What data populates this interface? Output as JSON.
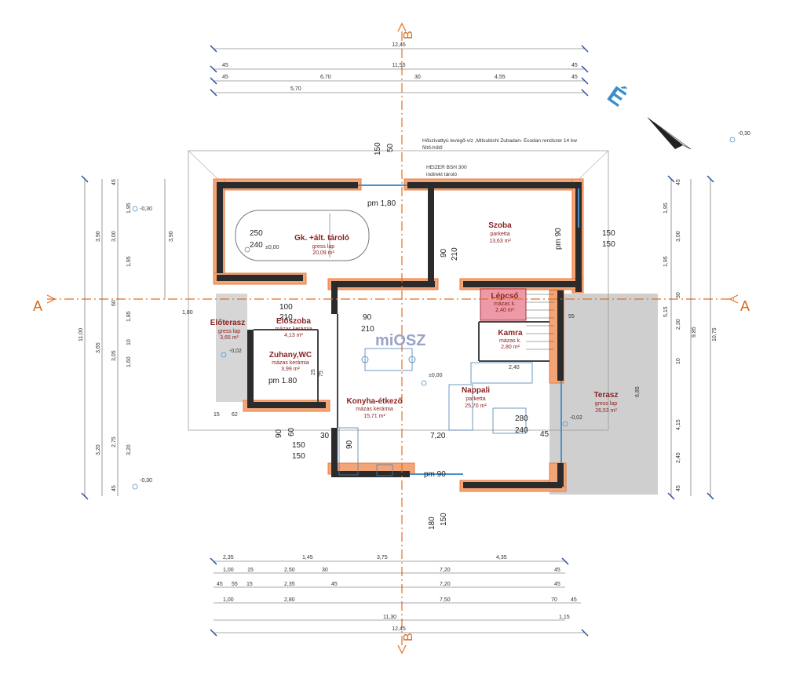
{
  "compass": {
    "label": "É"
  },
  "watermark": {
    "text": "miOSZ"
  },
  "section_markers": {
    "a_left": "A",
    "a_right": "A",
    "b_top": "B",
    "b_bottom": "B"
  },
  "notes": {
    "heatpump_line1": "Hőszivattyú levegő-víz ,Mitsubishi Zubadan- Ecodan rendszer 14 kw",
    "heatpump_line2": "fűtő-hűtő",
    "boiler_line1": "HEIZER BSH 300",
    "boiler_line2": "indirekt tároló"
  },
  "rooms": [
    {
      "id": "garage",
      "name": "Gk. +ált. tároló",
      "floor": "gress lap",
      "area": "20,09 m²"
    },
    {
      "id": "bedroom",
      "name": "Szoba",
      "floor": "parketta",
      "area": "13,63 m²"
    },
    {
      "id": "stairs",
      "name": "Lépcső",
      "floor": "mázas k.",
      "area": "2,40 m²"
    },
    {
      "id": "pantry",
      "name": "Kamra",
      "floor": "mázas k.",
      "area": "2,80 m²"
    },
    {
      "id": "porch",
      "name": "Előterasz",
      "floor": "gress lap",
      "area": "3,65 m²"
    },
    {
      "id": "hall",
      "name": "Előszoba",
      "floor": "mázas kerámia",
      "area": "4,13 m²"
    },
    {
      "id": "bath",
      "name": "Zuhany,WC",
      "floor": "mázas kerámia",
      "area": "3,99 m²"
    },
    {
      "id": "kitchen",
      "name": "Konyha-étkező",
      "floor": "mázas kerámia",
      "area": "15,71 m²"
    },
    {
      "id": "living",
      "name": "Nappali",
      "floor": "parketta",
      "area": "25,70 m²"
    },
    {
      "id": "terrace",
      "name": "Terasz",
      "floor": "gress lap",
      "area": "26,53 m²"
    }
  ],
  "plan_labels": {
    "pm_garage": "pm 1,80",
    "pm_bath": "pm 1.80",
    "pm_bedroom": "pm 90",
    "pm_kitchen": "pm 90",
    "lvl_ext_top": "-0,30",
    "lvl_ext_right": "-0,30",
    "lvl_ext_bottom": "-0,30",
    "lvl_garage": "±0,00",
    "lvl_kitchen": "±0,00",
    "lvl_porch": "-0,02",
    "lvl_terrace": "-0,02",
    "d_250": "250",
    "d_240": "240",
    "d_100": "100",
    "d_210a": "210",
    "d_90a": "90",
    "d_210b": "210",
    "d_150a": "150",
    "d_150b": "150",
    "d_90b": "90",
    "d_210c": "210",
    "d_280": "280",
    "d_240b": "240",
    "d_45": "45",
    "d_720": "7,20",
    "d_180": "180",
    "d_150c": "150",
    "d_90c": "90",
    "d_60": "60",
    "d_150d": "150",
    "d_150e": "150",
    "d_30": "30",
    "d_2400": "2,40",
    "d_25": "25",
    "d_75": "75",
    "d_150top": "150",
    "d_50top": "50",
    "d_90k": "90",
    "d_180w": "1,80",
    "d_15": "15",
    "d_62": "62",
    "d_55": "55"
  },
  "dim_top": [
    {
      "row": 0,
      "texts": [
        "12,45"
      ]
    },
    {
      "row": 1,
      "texts": [
        "45",
        "11,55",
        "45"
      ]
    },
    {
      "row": 2,
      "texts": [
        "45",
        "6,70",
        "30",
        "4,55",
        "45"
      ]
    },
    {
      "row": 3,
      "texts": [
        "5,70"
      ]
    }
  ],
  "dim_bottom": [
    {
      "row": 0,
      "texts": [
        "2,35",
        "1,45",
        "3,75",
        "4,35"
      ]
    },
    {
      "row": 1,
      "texts": [
        "1,00",
        "15",
        "2,50",
        "30",
        "7,20",
        "45"
      ]
    },
    {
      "row": 2,
      "texts": [
        "45",
        "55",
        "15",
        "2,35",
        "45",
        "7,20",
        "45"
      ]
    },
    {
      "row": 3,
      "texts": [
        "1,00",
        "2,80",
        "7,50",
        "70",
        "45"
      ]
    },
    {
      "row": 4,
      "texts": [
        "11,30",
        "1,15"
      ]
    },
    {
      "row": 5,
      "texts": [
        "12,45"
      ]
    }
  ],
  "dim_left": {
    "outer": "11,00",
    "col1": [
      "3,90",
      "3,65",
      "3,20"
    ],
    "col2": [
      "45",
      "3,00",
      "60",
      "3,05",
      "2,75",
      "45"
    ],
    "col3": [
      "1,95",
      "1,95",
      "1,85",
      "10",
      "1,60",
      "3,20"
    ],
    "col4": [
      "3,90"
    ]
  },
  "dim_right": {
    "outer": "10,75",
    "col1": [
      "45",
      "3,00",
      "30",
      "2,30",
      "10",
      "4,15",
      "2,45",
      "45"
    ],
    "col2": [
      "1,95",
      "1,95",
      "5,15",
      "9,85",
      "6,85"
    ]
  },
  "colors": {
    "wall_fill": "#3a3a3a",
    "insulation": "#e87a3c",
    "section_line": "#e07020",
    "terrace": "#cfcfcf",
    "stairs": "#ee9aa6",
    "dim_line": "#555555",
    "room_text": "#8b2323"
  }
}
